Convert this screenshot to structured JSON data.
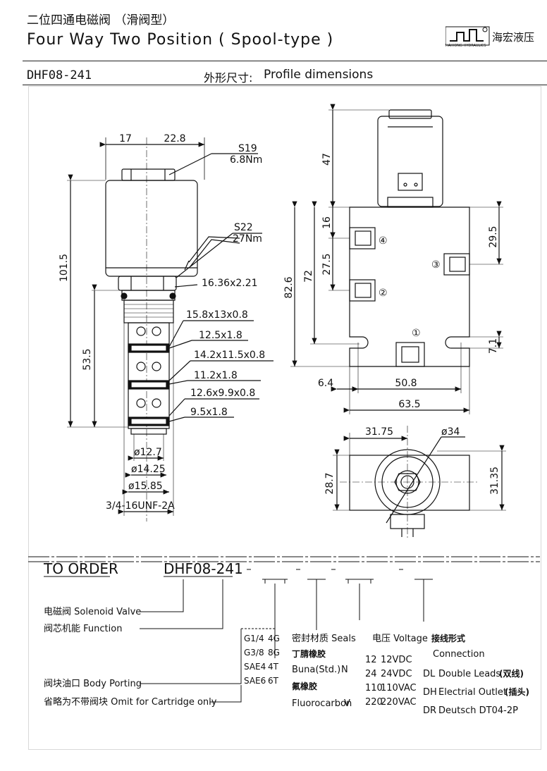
{
  "header": {
    "title_cn": "二位四通电磁阀 （滑阀型）",
    "title_en": "Four Way Two Position ( Spool-type )",
    "logo_en": "HAIHONG HYDRAULICS",
    "logo_cn": "海宏液压",
    "model": "DHF08-241",
    "profile_cn": "外形尺寸:",
    "profile_en": "Profile dimensions"
  },
  "left_view": {
    "dim_top_left": "17",
    "dim_top_right": "22.8",
    "s19": "S19",
    "s19_torque": "6.8Nm",
    "s22": "S22",
    "s22_torque": "27Nm",
    "height_total": "101.5",
    "height_lower": "53.5",
    "seal_1": "16.36x2.21",
    "seal_2": "15.8x13x0.8",
    "seal_3": "12.5x1.8",
    "seal_4": "14.2x11.5x0.8",
    "seal_5": "11.2x1.8",
    "seal_6": "12.6x9.9x0.8",
    "seal_7": "9.5x1.8",
    "dia_1": "ø12.7",
    "dia_2": "ø14.25",
    "dia_3": "ø15.85",
    "thread": "3/4-16UNF-2A"
  },
  "right_view": {
    "dim_47": "47",
    "dim_16": "16",
    "dim_27_5": "27.5",
    "dim_72": "72",
    "dim_82_6": "82.6",
    "dim_29_5": "29.5",
    "dim_7_1": "7.1",
    "dim_6_4": "6.4",
    "dim_50_8": "50.8",
    "dim_63_5": "63.5",
    "port_1": "①",
    "port_2": "②",
    "port_3": "③",
    "port_4": "④"
  },
  "bottom_view": {
    "dim_31_75": "31.75",
    "dim_dia34": "ø34",
    "dim_28_7": "28.7",
    "dim_31_35": "31.35"
  },
  "order": {
    "to_order": "TO ORDER",
    "model": "DHF08-241",
    "solenoid_valve": "电磁阀 Solenoid Valve",
    "function": "阀芯机能 Function",
    "body_porting": "阀块油口 Body Porting",
    "omit": "省略为不带阀块 Omit for Cartridge only",
    "porting_rows": [
      {
        "thread": "G1/4",
        "code": "4G"
      },
      {
        "thread": "G3/8",
        "code": "8G"
      },
      {
        "thread": "SAE4",
        "code": "4T"
      },
      {
        "thread": "SAE6",
        "code": "6T"
      }
    ],
    "seals_title": "密封材质 Seals",
    "seals_buna_cn": "丁腈橡胶",
    "seals_buna": "Buna(Std.)",
    "seals_buna_code": "N",
    "seals_fluoro_cn": "氟橡胶",
    "seals_fluoro": "Fluorocarbon",
    "seals_fluoro_code": "V",
    "voltage_title": "电压 Voltage",
    "voltage_rows": [
      {
        "code": "12",
        "value": "12VDC"
      },
      {
        "code": "24",
        "value": "24VDC"
      },
      {
        "code": "110",
        "value": "110VAC"
      },
      {
        "code": "220",
        "value": "220VAC"
      }
    ],
    "connection_title_cn": "接线形式",
    "connection_title": "Connection",
    "connection_rows": [
      {
        "code": "DL",
        "label": "Double Leads",
        "cn": "(双线)"
      },
      {
        "code": "DH",
        "label": "Electrial Outlet",
        "cn": "(插头)"
      },
      {
        "code": "DR",
        "label": "Deutsch DT04-2P",
        "cn": ""
      }
    ]
  }
}
